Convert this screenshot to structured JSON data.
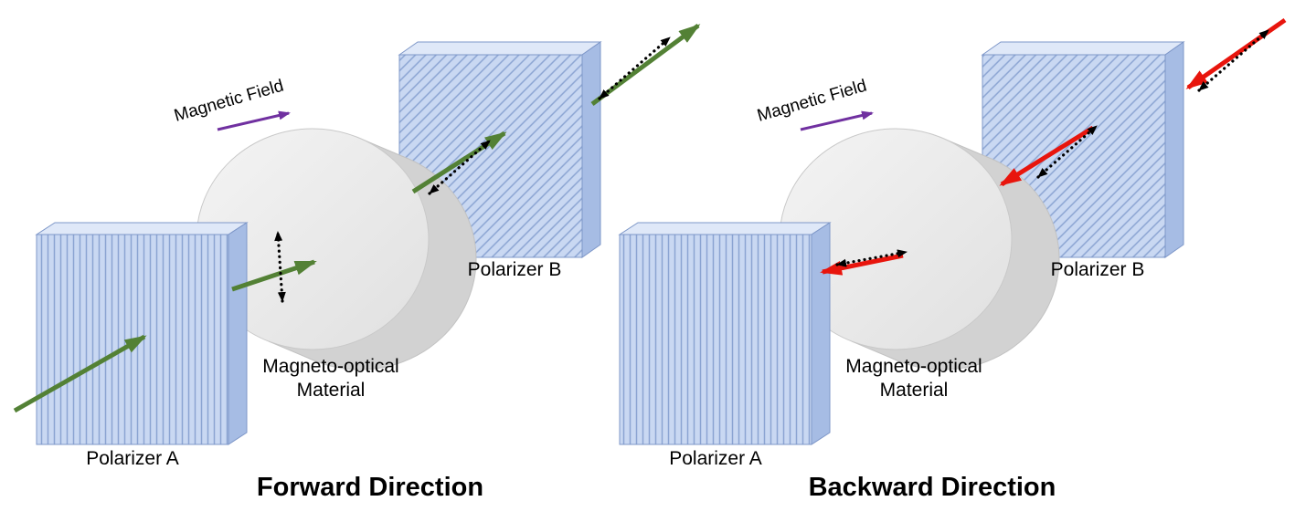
{
  "colors": {
    "background": "#ffffff",
    "green_beam": "#538135",
    "red_beam": "#e8150d",
    "magnetic_arrow": "#7030a0",
    "polarization_arrow": "#000000",
    "polarizer_fill": "#c9d8f2",
    "polarizer_stripe": "#8ba4d2",
    "polarizer_side": "#a6bce4",
    "polarizer_top": "#dfe8f8",
    "disk_front": "#ececec",
    "disk_side": "#d2d2d2"
  },
  "panels": [
    {
      "title": "Forward Direction",
      "magnetic_field_label": "Magnetic Field",
      "polarizer_a_label": "Polarizer A",
      "polarizer_b_label": "Polarizer B",
      "material_label_line1": "Magneto-optical",
      "material_label_line2": "Material"
    },
    {
      "title": "Backward Direction",
      "magnetic_field_label": "Magnetic Field",
      "polarizer_a_label": "Polarizer A",
      "polarizer_b_label": "Polarizer B",
      "material_label_line1": "Magneto-optical",
      "material_label_line2": "Material"
    }
  ]
}
